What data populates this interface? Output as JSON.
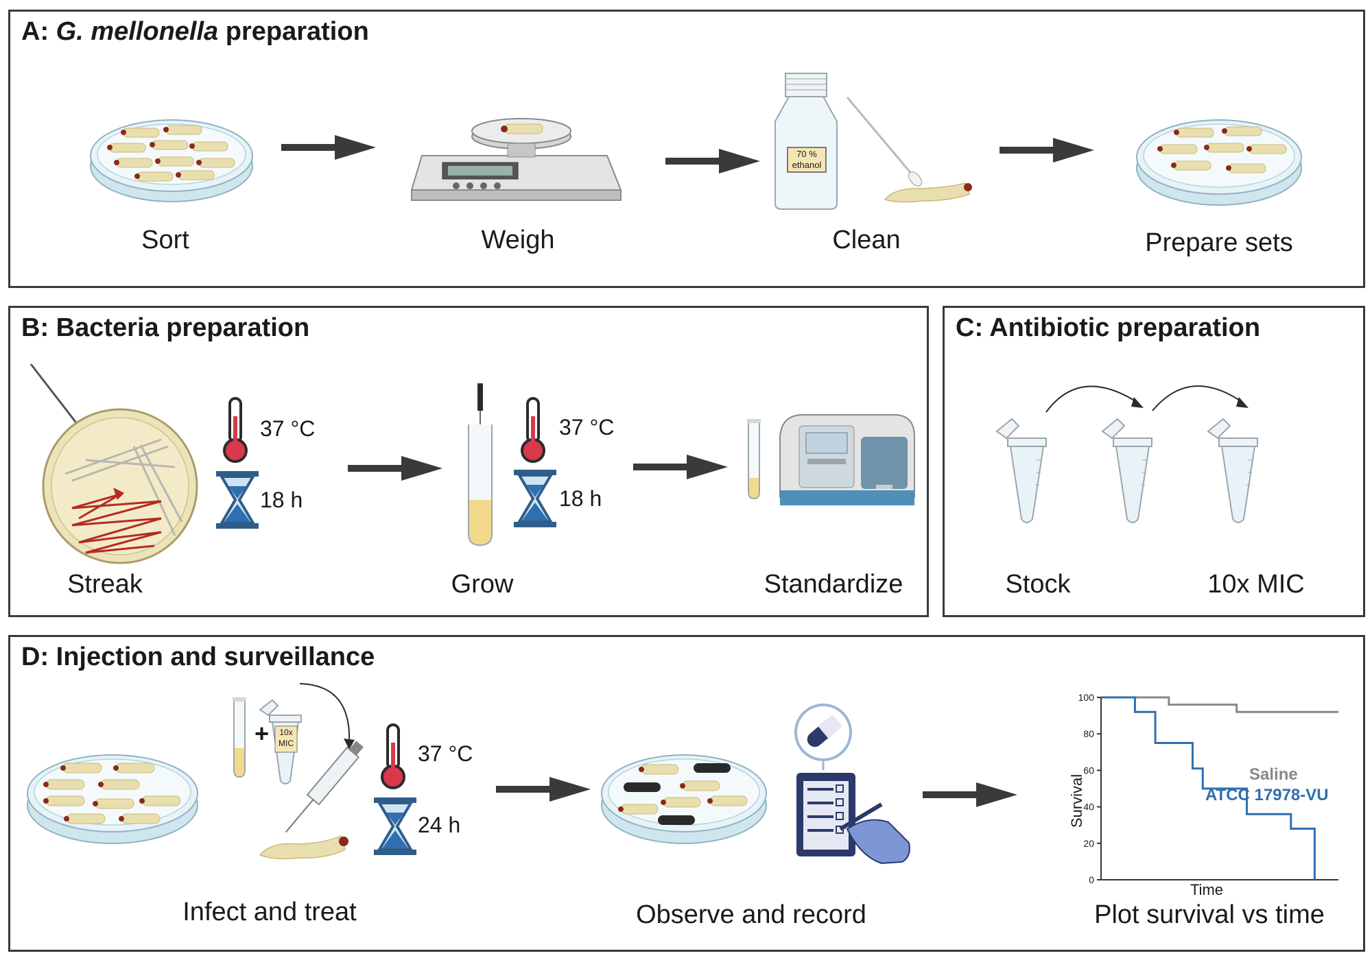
{
  "colors": {
    "border": "#3a3a3a",
    "arrow": "#3a3a3a",
    "larva": "#e9dfae",
    "larva_head": "#8a2a1a",
    "dark_larva": "#2a2a2a",
    "dish": "#cfe6ee",
    "thermo_red": "#d9394b",
    "hourglass_blue": "#2e6fb0",
    "streak_red": "#b52a22",
    "saline_line": "#888888",
    "atcc_line": "#2e6fb0",
    "atcc_text": "#2e6fb0"
  },
  "panel_a": {
    "title_prefix": "A: ",
    "title_species": "G. mellonella",
    "title_suffix": " preparation",
    "step1_label": "Sort",
    "step2_label": "Weigh",
    "step3_label": "Clean",
    "step4_label": "Prepare sets",
    "bottle_label_line1": "70 %",
    "bottle_label_line2": "ethanol"
  },
  "panel_b": {
    "title": "B: Bacteria preparation",
    "step1_label": "Streak",
    "step2_label": "Grow",
    "step3_label": "Standardize",
    "cond1_temp": "37 °C",
    "cond1_time": "18 h",
    "cond2_temp": "37 °C",
    "cond2_time": "18 h"
  },
  "panel_c": {
    "title": "C: Antibiotic preparation",
    "label_stock": "Stock",
    "label_mic": "10x MIC"
  },
  "panel_d": {
    "title": "D: Injection and surveillance",
    "step1_label": "Infect and treat",
    "step2_label": "Observe and record",
    "step3_label": "Plot survival vs time",
    "tube_label_line1": "10x",
    "tube_label_line2": "MIC",
    "plus": "+",
    "cond_temp": "37 °C",
    "cond_time": "24 h"
  },
  "chart_data": {
    "type": "line",
    "xlabel": "Time",
    "ylabel": "Survival",
    "ylim": [
      0,
      100
    ],
    "yticks": [
      "0",
      "20",
      "40",
      "60",
      "80",
      "100"
    ],
    "series": [
      {
        "name": "Saline",
        "step": true,
        "x": [
          0,
          1,
          1,
          2,
          2,
          3,
          3,
          4,
          4,
          7
        ],
        "y": [
          100,
          100,
          100,
          100,
          96,
          96,
          96,
          96,
          92,
          92
        ]
      },
      {
        "name": "ATCC 17978-VU",
        "step": true,
        "x": [
          0,
          1,
          1,
          1.6,
          1.6,
          2.7,
          2.7,
          3,
          3,
          4.3,
          4.3,
          5.6,
          5.6,
          6.3,
          6.3
        ],
        "y": [
          100,
          100,
          92,
          92,
          75,
          75,
          61,
          61,
          50,
          50,
          36,
          36,
          28,
          28,
          0
        ]
      }
    ],
    "xlim": [
      0,
      7
    ]
  }
}
